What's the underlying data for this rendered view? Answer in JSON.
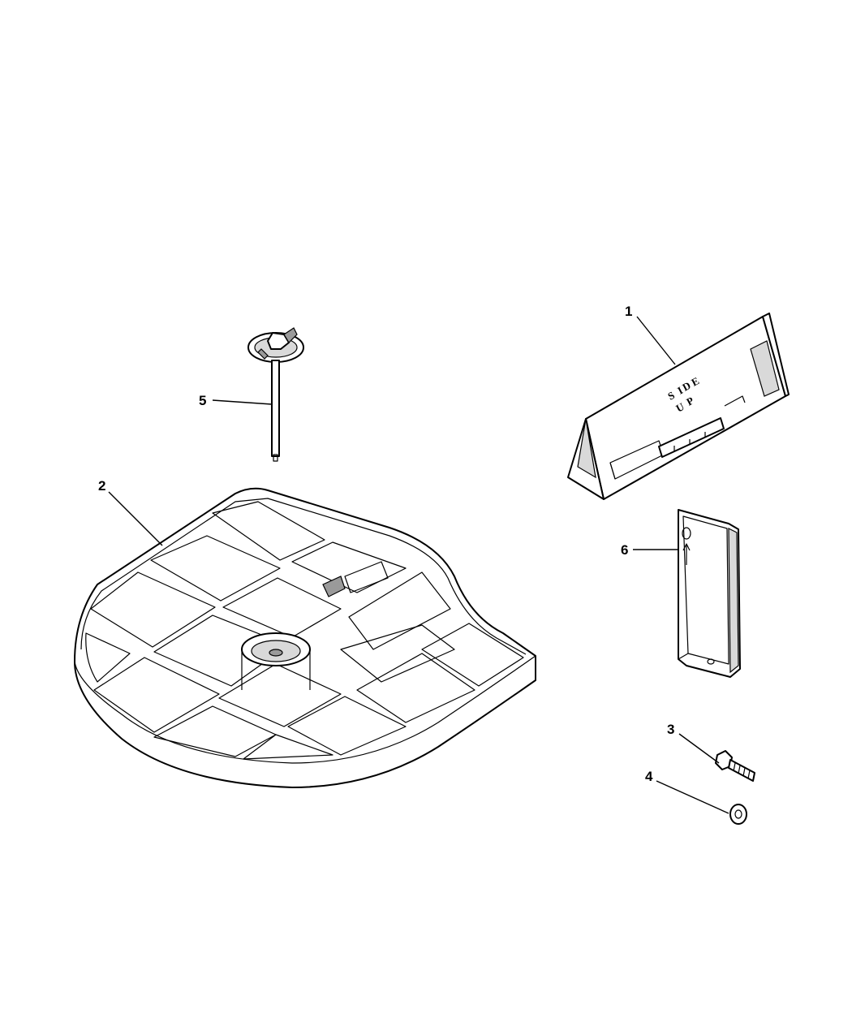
{
  "callouts": {
    "c1": "1",
    "c2": "2",
    "c3": "3",
    "c4": "4",
    "c5": "5",
    "c6": "6"
  },
  "parts": [
    {
      "callout": "1",
      "icon": "support-bracket"
    },
    {
      "callout": "2",
      "icon": "spare-tire-tray"
    },
    {
      "callout": "3",
      "icon": "bolt"
    },
    {
      "callout": "4",
      "icon": "washer"
    },
    {
      "callout": "5",
      "icon": "hold-down-bolt"
    },
    {
      "callout": "6",
      "icon": "bracket-cover"
    }
  ]
}
